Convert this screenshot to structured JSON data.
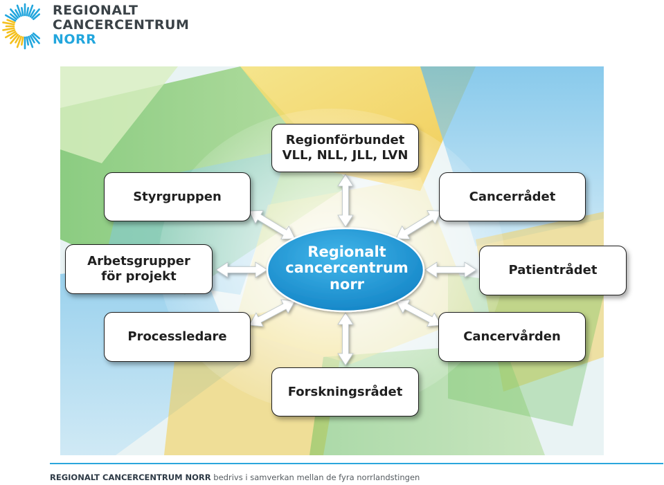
{
  "logo": {
    "line1": "REGIONALT",
    "line2": "CANCERCENTRUM",
    "line3": "NORR",
    "ray_colors": [
      "#22a6dd",
      "#f4c01e"
    ]
  },
  "diagram": {
    "center": {
      "label": "Regionalt\ncancercentrum\nnorr",
      "fill": "#1e9bd8"
    },
    "nodes": {
      "regionforbundet": "Regionförbundet\nVLL, NLL, JLL, LVN",
      "styrgruppen": "Styrgruppen",
      "cancerradet": "Cancerrådet",
      "arbetsgrupper": "Arbetsgrupper\nför projekt",
      "patientradet": "Patientrådet",
      "processledare": "Processledare",
      "cancervarden": "Cancervården",
      "forskningsradet": "Forskningsrådet"
    },
    "arrow_color": "#ffffff"
  },
  "footer": {
    "org": "REGIONALT CANCERCENTRUM NORR",
    "text": " bedrivs i samverkan mellan de fyra norrlandstingen",
    "rule_color": "#2aa6dc"
  }
}
